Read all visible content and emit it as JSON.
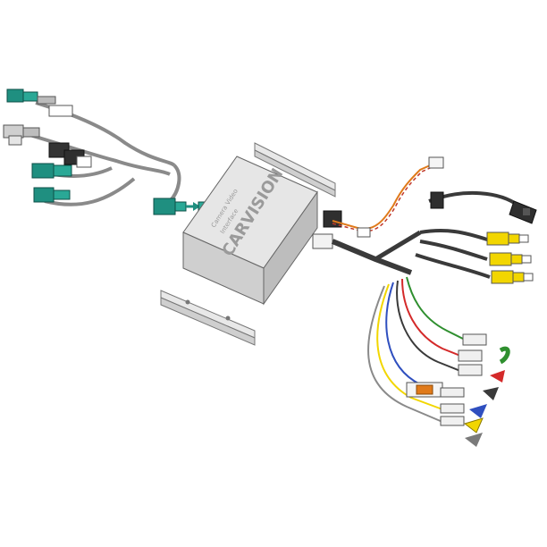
{
  "product": {
    "brand": "CARVISION",
    "line1": "Camera Video",
    "line2": "Interface"
  },
  "colors": {
    "teal": "#1f8f80",
    "box": "#d9d9d9",
    "wire_dark": "#3a3a3a",
    "yellow": "#f2d600",
    "red": "#d42a2a",
    "green": "#2f8f2f",
    "blue": "#2f4fbf",
    "orange": "#e07a1a"
  },
  "arrows": [
    "green-arrow-icon",
    "red-arrow-icon",
    "dark-arrow-icon",
    "blue-arrow-icon",
    "yellow-arrow-icon",
    "gray-arrow-icon"
  ]
}
